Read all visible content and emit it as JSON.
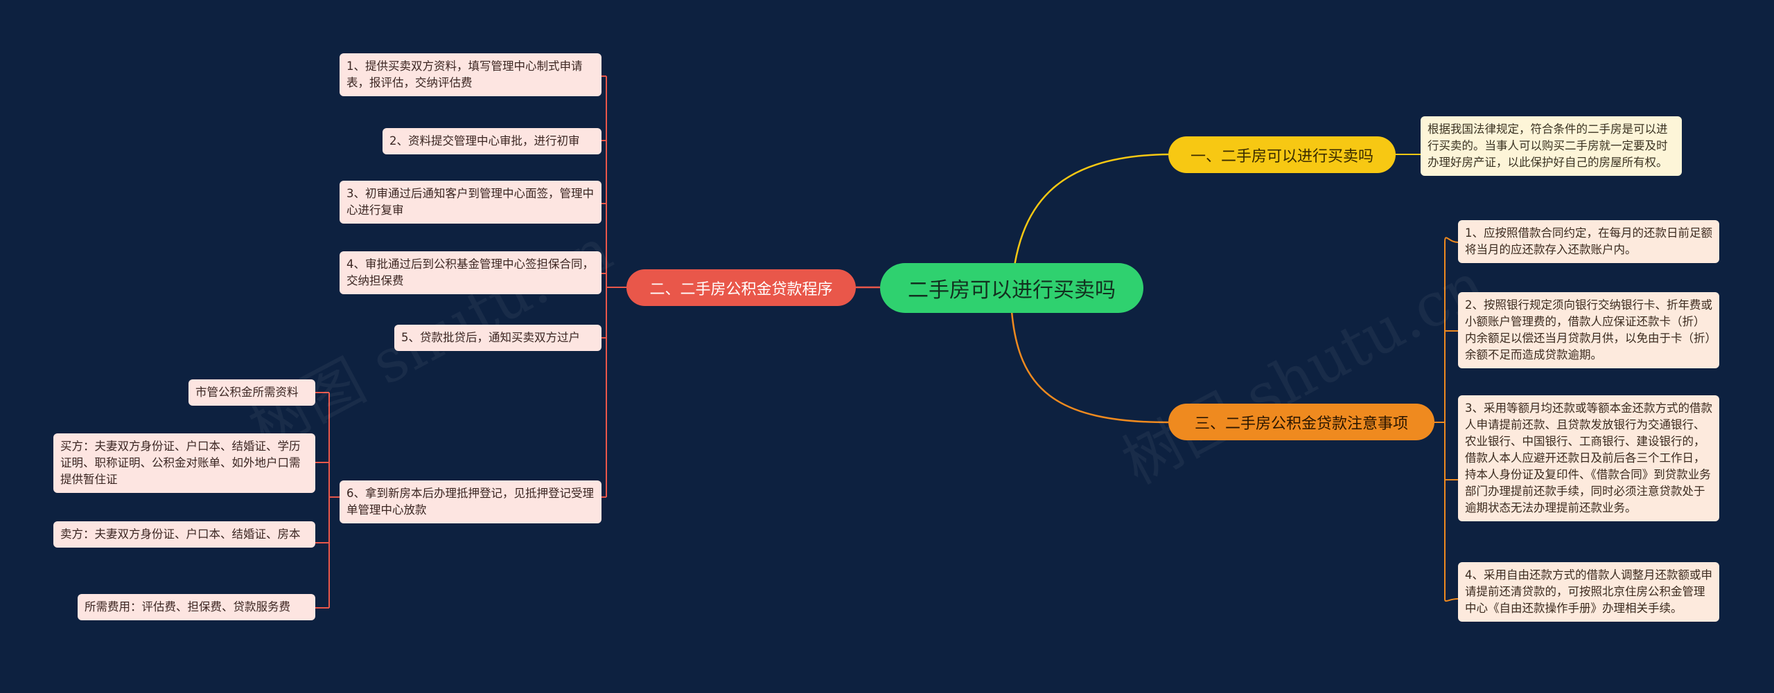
{
  "center": "二手房可以进行买卖吗",
  "branches": {
    "b1": {
      "label": "一、二手房可以进行买卖吗",
      "color": "#f7c813",
      "leaves": [
        "根据我国法律规定，符合条件的二手房是可以进行买卖的。当事人可以购买二手房就一定要及时办理好房产证，以此保护好自己的房屋所有权。"
      ]
    },
    "b2": {
      "label": "二、二手房公积金贷款程序",
      "color": "#e9574a",
      "leaves": [
        "1、提供买卖双方资料，填写管理中心制式申请表，报评估，交纳评估费",
        "2、资料提交管理中心审批，进行初审",
        "3、初审通过后通知客户到管理中心面签，管理中心进行复审",
        "4、审批通过后到公积基金管理中心签担保合同，交纳担保费",
        "5、贷款批贷后，通知买卖双方过户",
        "6、拿到新房本后办理抵押登记，见抵押登记受理单管理中心放款"
      ],
      "sub": [
        "市管公积金所需资料",
        "买方：夫妻双方身份证、户口本、结婚证、学历证明、职称证明、公积金对账单、如外地户口需提供暂住证",
        "卖方：夫妻双方身份证、户口本、结婚证、房本",
        "所需费用：评估费、担保费、贷款服务费"
      ]
    },
    "b3": {
      "label": "三、二手房公积金贷款注意事项",
      "color": "#ef8a1f",
      "leaves": [
        "1、应按照借款合同约定，在每月的还款日前足额将当月的应还款存入还款账户内。",
        "2、按照银行规定须向银行交纳银行卡、折年费或小额账户管理费的，借款人应保证还款卡（折）内余额足以偿还当月贷款月供，以免由于卡（折）余额不足而造成贷款逾期。",
        "3、采用等额月均还款或等额本金还款方式的借款人申请提前还款、且贷款发放银行为交通银行、农业银行、中国银行、工商银行、建设银行的，借款人本人应避开还款日及前后各三个工作日，持本人身份证及复印件、《借款合同》到贷款业务部门办理提前还款手续，同时必须注意贷款处于逾期状态无法办理提前还款业务。",
        "4、采用自由还款方式的借款人调整月还款额或申请提前还清贷款的，可按照北京住房公积金管理中心《自由还款操作手册》办理相关手续。"
      ]
    }
  },
  "watermark": "树图 shutu.cn"
}
